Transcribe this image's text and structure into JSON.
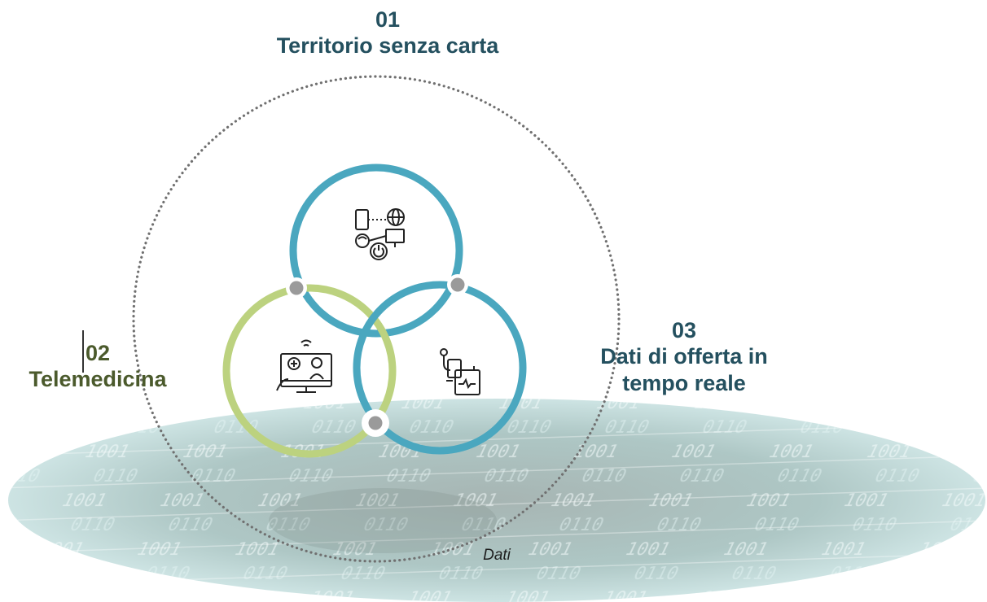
{
  "areas": [
    {
      "number": "01",
      "title": "Territorio senza carta",
      "icon": "digital-network-icon"
    },
    {
      "number": "02",
      "title": "Telemedicina",
      "icon": "telemedicine-icon"
    },
    {
      "number": "03",
      "title": "Dati di offerta in tempo reale",
      "icon": "medical-monitoring-icon"
    }
  ],
  "base": {
    "label": "Dati"
  },
  "colors": {
    "teal_ring": "#4aa7bf",
    "green_ring": "#bcd27f",
    "node_gray": "#9a9a9a",
    "dark_teal_text": "#24505f",
    "olive_text": "#4b5a2c",
    "digital_plate": "#8fb8b8"
  }
}
